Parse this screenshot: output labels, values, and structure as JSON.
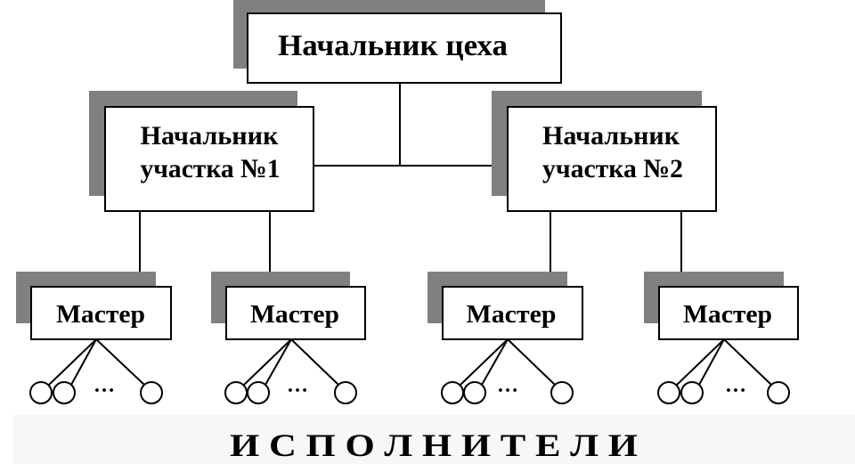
{
  "diagram": {
    "head": {
      "label": "Начальник цеха"
    },
    "sections": [
      {
        "line1": "Начальник",
        "line2": "участка №1"
      },
      {
        "line1": "Начальник",
        "line2": "участка №2"
      }
    ],
    "masters": [
      {
        "label": "Мастер",
        "more": "…"
      },
      {
        "label": "Мастер",
        "more": "…"
      },
      {
        "label": "Мастер",
        "more": "…"
      },
      {
        "label": "Мастер",
        "more": "…"
      }
    ],
    "footer": "И С П О Л Н И Т Е Л И"
  },
  "colors": {
    "shadow": "#808080",
    "border": "#000000",
    "box_fill": "#ffffff",
    "footer_band": "#f7f7f7"
  }
}
